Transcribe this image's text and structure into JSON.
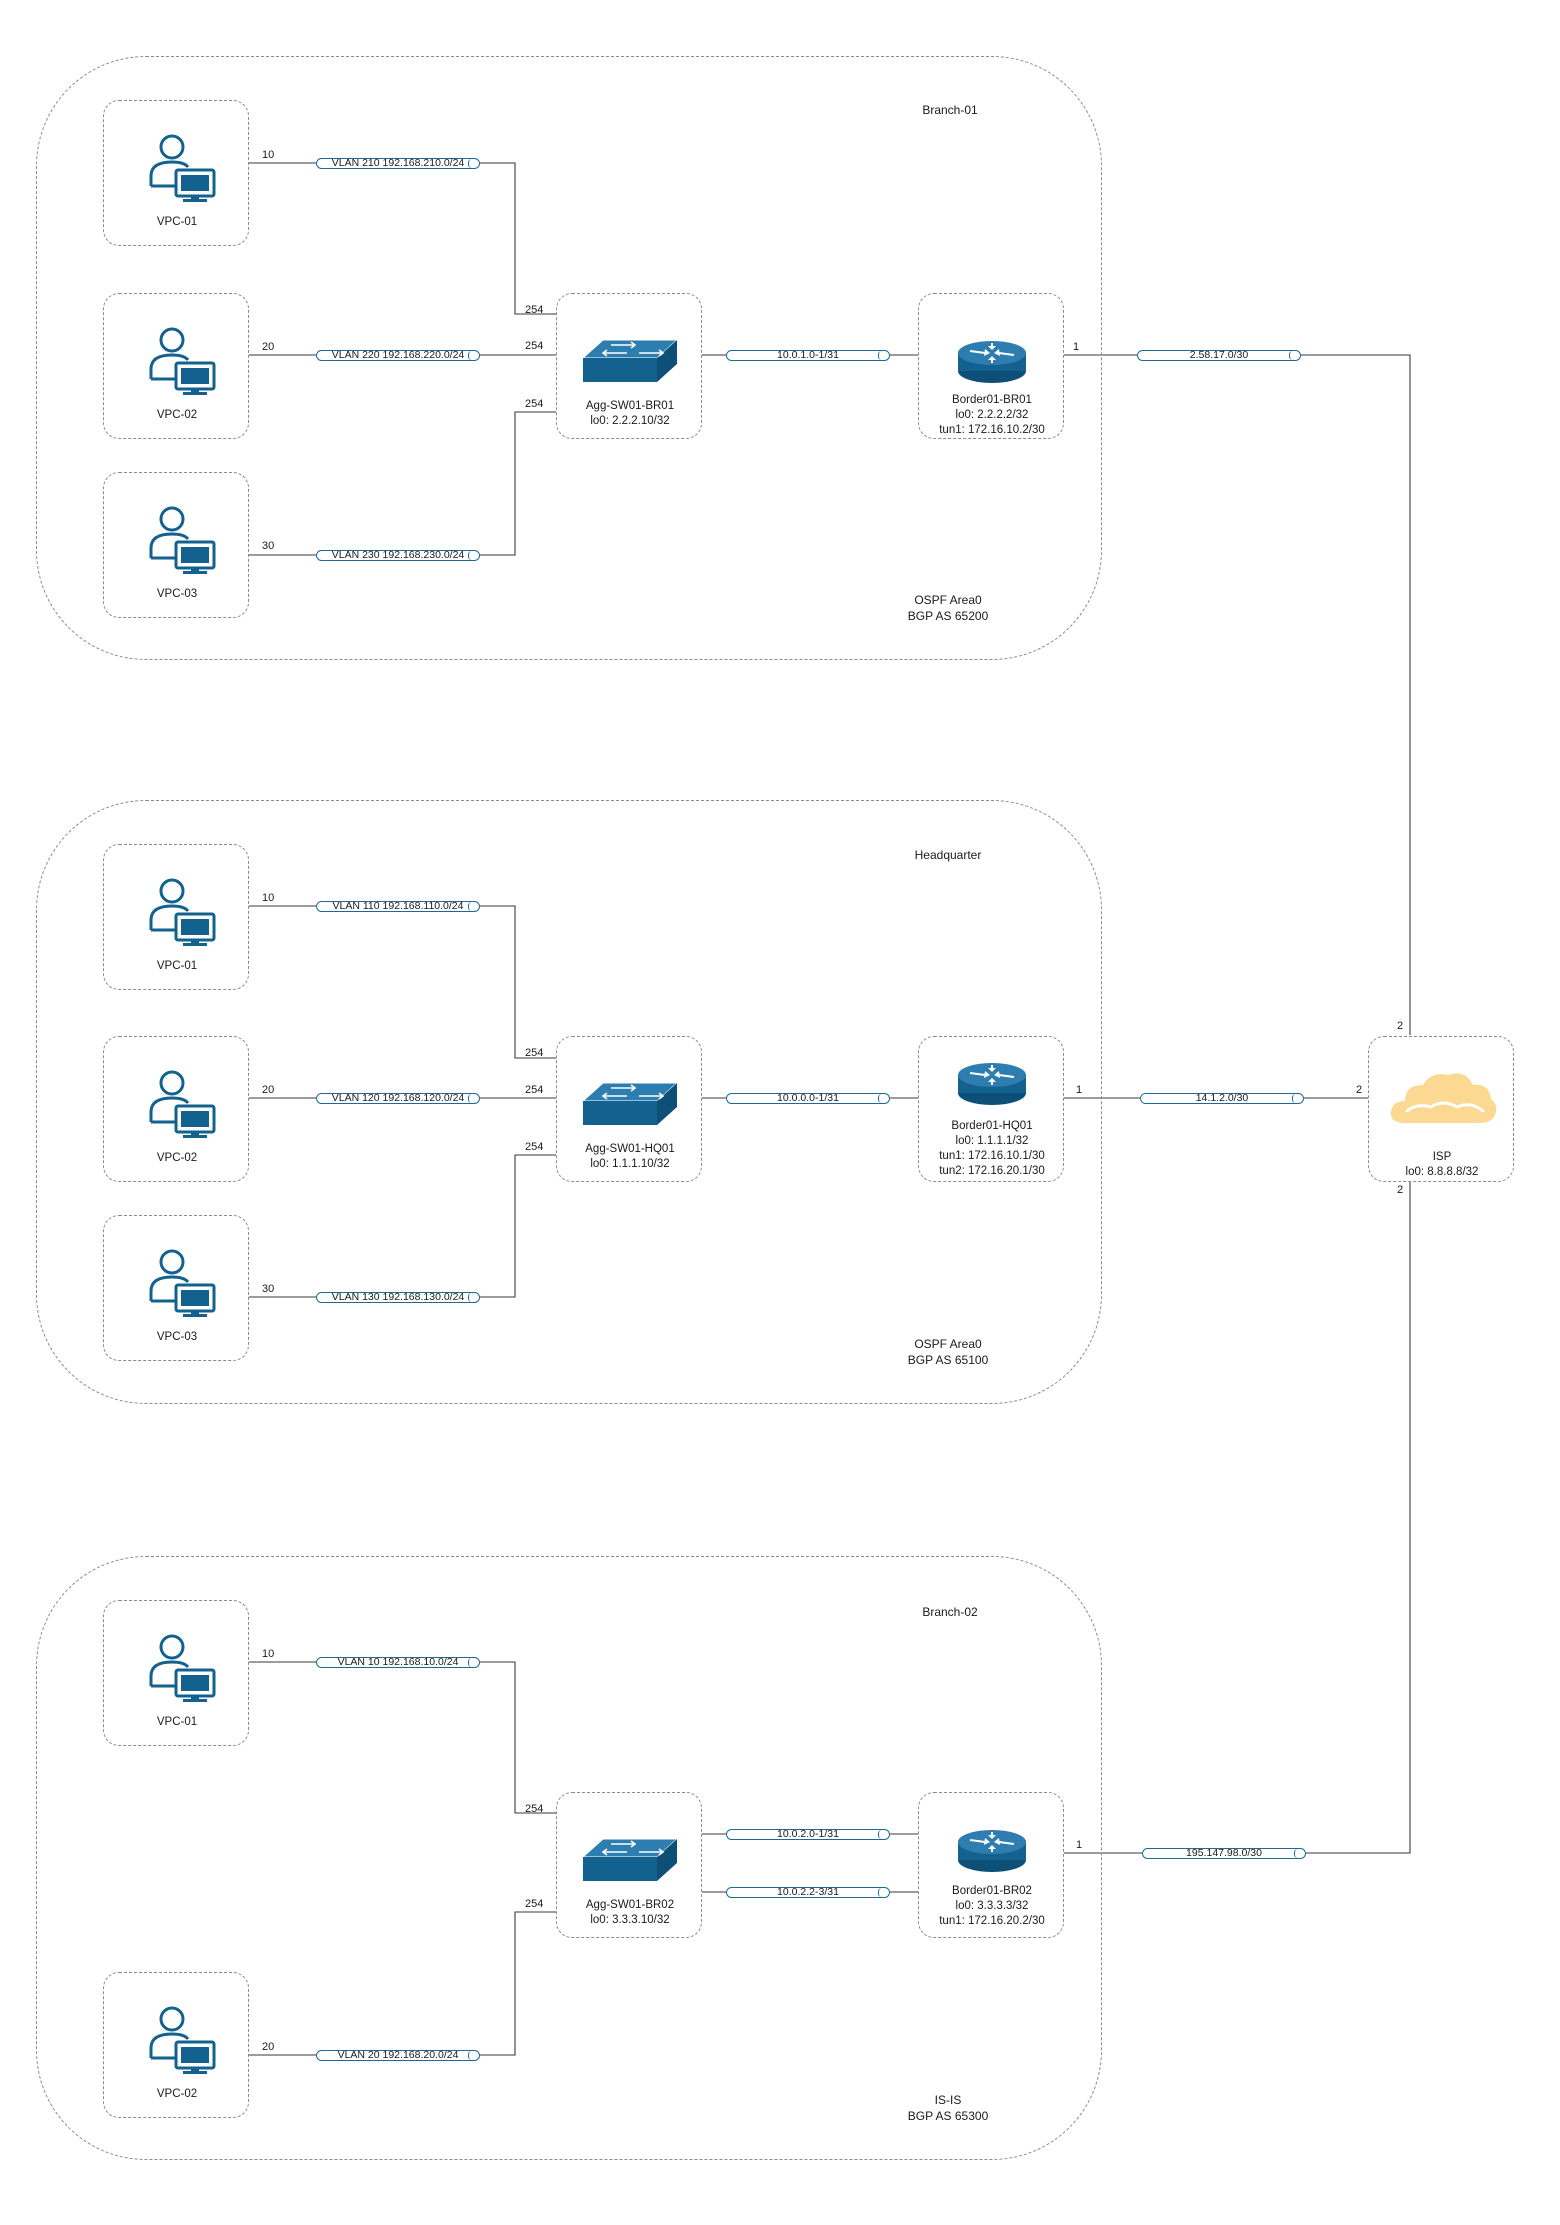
{
  "zones": {
    "branch01": {
      "title": "Branch-01",
      "protocol": "OSPF Area0",
      "bgp": "BGP AS 65200"
    },
    "hq": {
      "title": "Headquarter",
      "protocol": "OSPF Area0",
      "bgp": "BGP AS 65100"
    },
    "branch02": {
      "title": "Branch-02",
      "protocol": "IS-IS",
      "bgp": "BGP AS 65300"
    }
  },
  "branch01": {
    "vpcs": [
      {
        "name": "VPC-01",
        "port": "10",
        "link": "VLAN 210 192.168.210.0/24",
        "sw_port": "254"
      },
      {
        "name": "VPC-02",
        "port": "20",
        "link": "VLAN 220 192.168.220.0/24",
        "sw_port": "254"
      },
      {
        "name": "VPC-03",
        "port": "30",
        "link": "VLAN 230 192.168.230.0/24",
        "sw_port": "254"
      }
    ],
    "switch": {
      "name": "Agg-SW01-BR01",
      "lo0": "lo0: 2.2.2.10/32"
    },
    "uplink": "10.0.1.0-1/31",
    "router": {
      "name": "Border01-BR01",
      "lines": [
        "lo0: 2.2.2.2/32",
        "tun1: 172.16.10.2/30"
      ],
      "port": "1"
    },
    "isp_link": "2.58.17.0/30"
  },
  "hq": {
    "vpcs": [
      {
        "name": "VPC-01",
        "port": "10",
        "link": "VLAN 110 192.168.110.0/24",
        "sw_port": "254"
      },
      {
        "name": "VPC-02",
        "port": "20",
        "link": "VLAN 120 192.168.120.0/24",
        "sw_port": "254"
      },
      {
        "name": "VPC-03",
        "port": "30",
        "link": "VLAN 130 192.168.130.0/24",
        "sw_port": "254"
      }
    ],
    "switch": {
      "name": "Agg-SW01-HQ01",
      "lo0": "lo0: 1.1.1.10/32"
    },
    "uplink": "10.0.0.0-1/31",
    "router": {
      "name": "Border01-HQ01",
      "lines": [
        "lo0: 1.1.1.1/32",
        "tun1: 172.16.10.1/30",
        "tun2: 172.16.20.1/30"
      ],
      "port": "1"
    },
    "isp_link": "14.1.2.0/30"
  },
  "branch02": {
    "vpcs": [
      {
        "name": "VPC-01",
        "port": "10",
        "link": "VLAN 10 192.168.10.0/24",
        "sw_port": "254"
      },
      {
        "name": "VPC-02",
        "port": "20",
        "link": "VLAN 20 192.168.20.0/24",
        "sw_port": "254"
      }
    ],
    "switch": {
      "name": "Agg-SW01-BR02",
      "lo0": "lo0: 3.3.3.10/32"
    },
    "uplinks": [
      "10.0.2.0-1/31",
      "10.0.2.2-3/31"
    ],
    "router": {
      "name": "Border01-BR02",
      "lines": [
        "lo0: 3.3.3.3/32",
        "tun1: 172.16.20.2/30"
      ],
      "port": "1"
    },
    "isp_link": "195.147.98.0/30"
  },
  "isp": {
    "name": "ISP",
    "lo0": "lo0: 8.8.8.8/32",
    "port_top": "2",
    "port_mid": "2",
    "port_bottom": "2"
  },
  "colors": {
    "device": "#12618f",
    "cloud": "#fbd993",
    "wire": "#3a3a3a",
    "pipe": "#1d6a96"
  },
  "icons": {
    "vpc": "user-workstation-icon",
    "switch": "switch-icon",
    "router": "router-icon",
    "cloud": "cloud-icon"
  }
}
